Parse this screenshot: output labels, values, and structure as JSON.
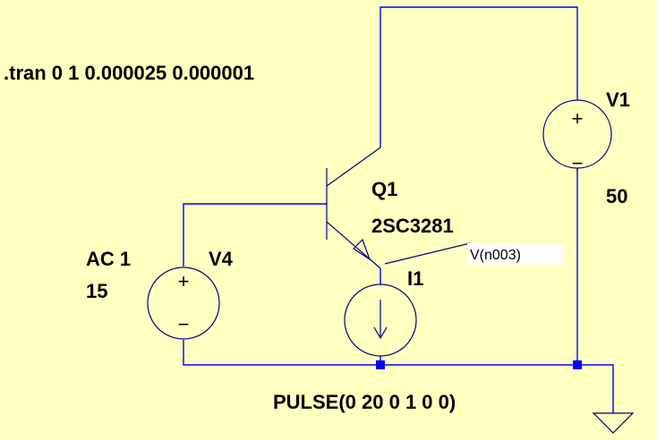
{
  "directive": ".tran 0 1 0.000025 0.000001",
  "components": {
    "v1": {
      "name": "V1",
      "value": "50"
    },
    "v4": {
      "name": "V4",
      "value_line1": "AC 1",
      "value_line2": "15"
    },
    "q1": {
      "name": "Q1",
      "model": "2SC3281"
    },
    "i1": {
      "name": "I1",
      "value": "PULSE(0 20 0 1 0 0)"
    }
  },
  "net_label": "V(n003)",
  "symbols": {
    "plus": "+",
    "minus": "−"
  },
  "colors": {
    "background": "#ffffc0",
    "wire": "#0000ff",
    "component": "#000080",
    "text": "#000000"
  }
}
